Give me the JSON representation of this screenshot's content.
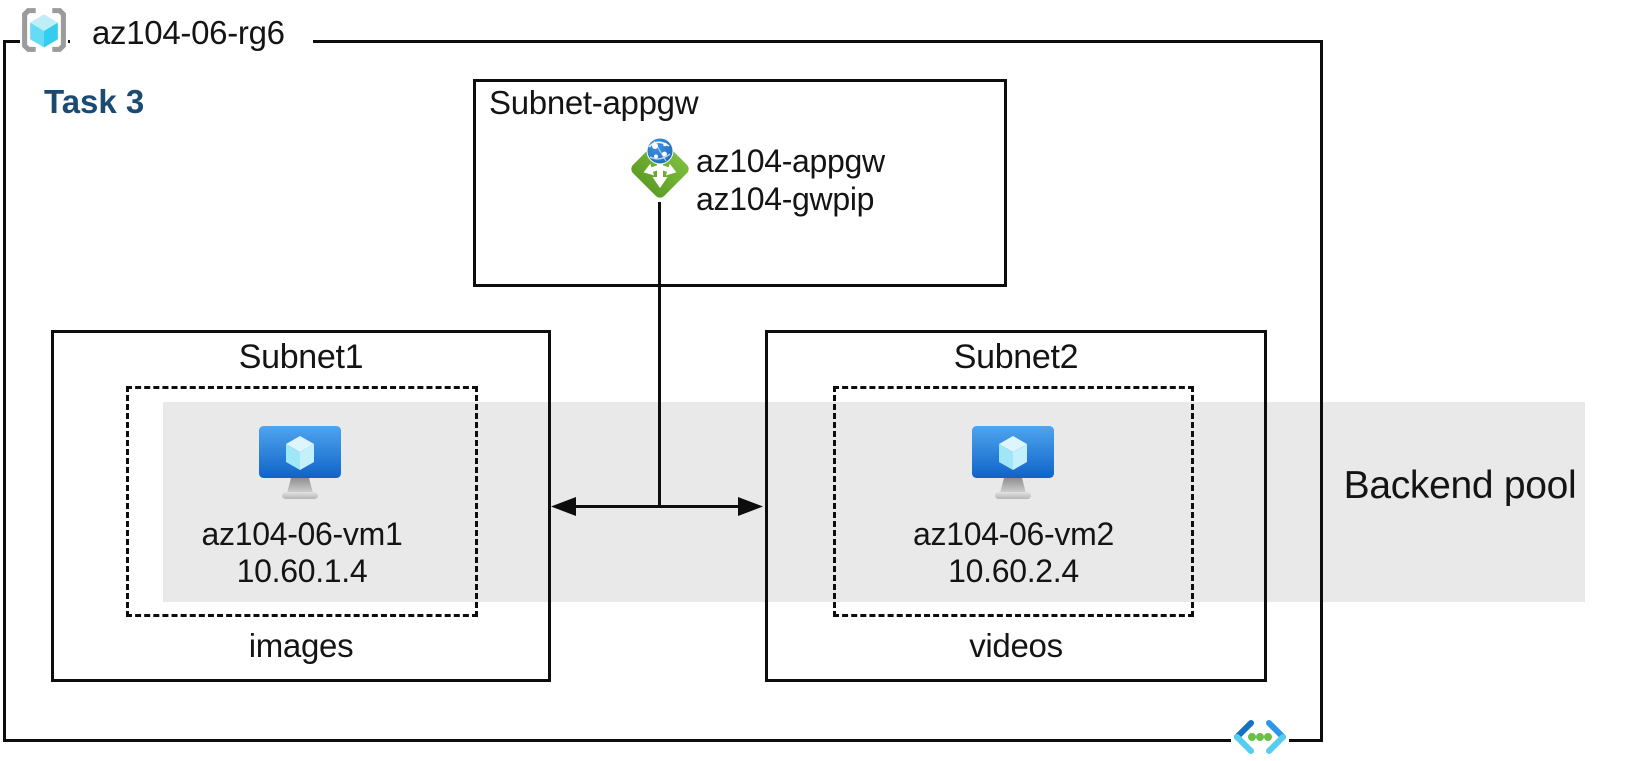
{
  "diagram": {
    "resource_group": {
      "name": "az104-06-rg6"
    },
    "task_label": "Task 3",
    "appgw_subnet": {
      "name": "Subnet-appgw",
      "gateway_name": "az104-appgw",
      "gateway_public_ip": "az104-gwpip"
    },
    "subnet1": {
      "name": "Subnet1",
      "vm_name": "az104-06-vm1",
      "vm_ip": "10.60.1.4",
      "caption": "images"
    },
    "subnet2": {
      "name": "Subnet2",
      "vm_name": "az104-06-vm2",
      "vm_ip": "10.60.2.4",
      "caption": "videos"
    },
    "backend_pool": {
      "label": "Backend pool"
    },
    "icons": {
      "resource_group": "resource-group-icon",
      "application_gateway": "application-gateway-icon",
      "virtual_machine": "virtual-machine-icon",
      "virtual_network": "virtual-network-icon"
    },
    "colors": {
      "task_label_navy": "#1b4a73",
      "backend_pool_band": "#e9e9e9",
      "gateway_green": "#6fae2e",
      "vm_blue_top": "#4fa5ee",
      "vm_blue_bottom": "#0f63c9",
      "cube_cyan": "#50d7f0",
      "vnet_chevron_blue": "#1470c4",
      "vnet_chevron_cyan": "#55cdf0",
      "vnet_dot_green": "#6abf45",
      "bracket_gray": "#9b9b9b",
      "line_black": "#0d0d0d"
    }
  }
}
